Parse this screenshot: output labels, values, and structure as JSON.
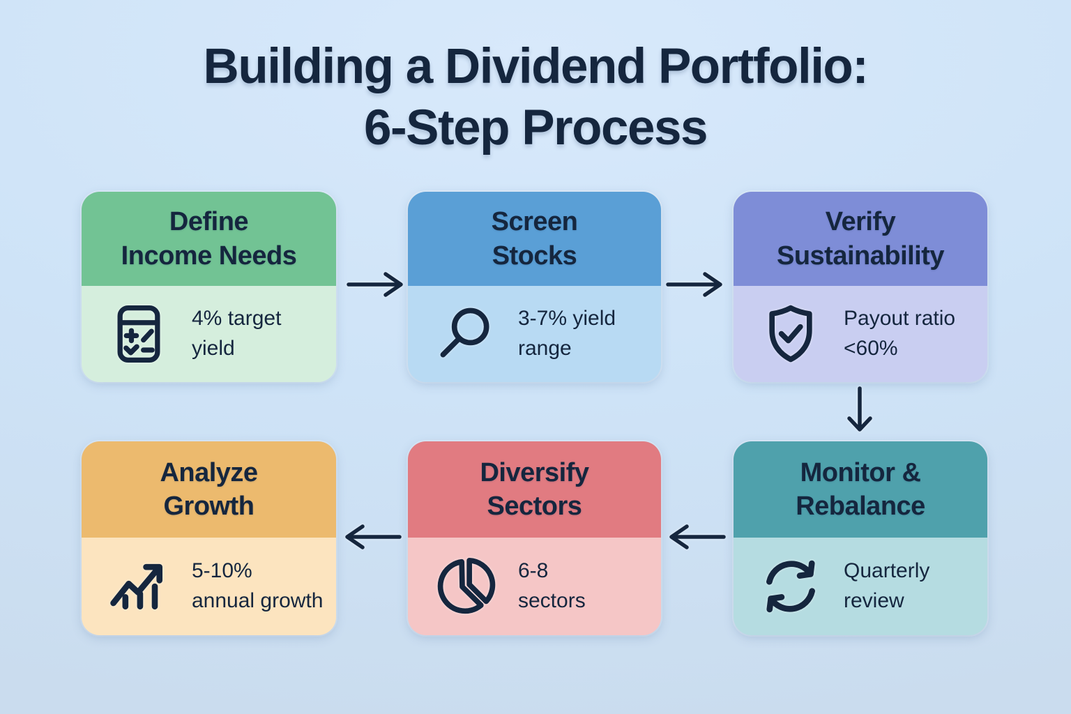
{
  "title": {
    "line1": "Building a Dividend Portfolio:",
    "line2": "6-Step Process"
  },
  "steps": [
    {
      "name": "define-income-needs",
      "title": "Define Income Needs",
      "title_lines": [
        "Define",
        "Income Needs"
      ],
      "detail": "4% target yield",
      "detail_lines": [
        "4% target",
        "yield"
      ],
      "icon": "calculator-icon",
      "header_color": "#72c394",
      "body_color": "#d5eedd"
    },
    {
      "name": "screen-stocks",
      "title": "Screen Stocks",
      "title_lines": [
        "Screen",
        "Stocks"
      ],
      "detail": "3-7% yield range",
      "detail_lines": [
        "3-7% yield",
        "range"
      ],
      "icon": "magnifier-icon",
      "header_color": "#5a9fd6",
      "body_color": "#b8daf3"
    },
    {
      "name": "verify-sustainability",
      "title": "Verify Sustainability",
      "title_lines": [
        "Verify",
        "Sustainability"
      ],
      "detail": "Payout ratio <60%",
      "detail_lines": [
        "Payout ratio",
        "<60%"
      ],
      "icon": "shield-check-icon",
      "header_color": "#7e8dd7",
      "body_color": "#c9cef1"
    },
    {
      "name": "analyze-growth",
      "title": "Analyze Growth",
      "title_lines": [
        "Analyze",
        "Growth"
      ],
      "detail": "5-10% annual growth",
      "detail_lines": [
        "5-10%",
        "annual growth"
      ],
      "icon": "growth-chart-icon",
      "header_color": "#ecba6e",
      "body_color": "#fce4bf"
    },
    {
      "name": "diversify-sectors",
      "title": "Diversify Sectors",
      "title_lines": [
        "Diversify",
        "Sectors"
      ],
      "detail": "6-8 sectors",
      "detail_lines": [
        "6-8",
        "sectors"
      ],
      "icon": "pie-chart-icon",
      "header_color": "#e17b81",
      "body_color": "#f5c6c6"
    },
    {
      "name": "monitor-rebalance",
      "title": "Monitor & Rebalance",
      "title_lines": [
        "Monitor &",
        "Rebalance"
      ],
      "detail": "Quarterly review",
      "detail_lines": [
        "Quarterly",
        "review"
      ],
      "icon": "refresh-icon",
      "header_color": "#4fa1ac",
      "body_color": "#b5dce1"
    }
  ],
  "arrows": [
    {
      "name": "arrow-define-to-screen",
      "direction": "right"
    },
    {
      "name": "arrow-screen-to-verify",
      "direction": "right"
    },
    {
      "name": "arrow-verify-to-monitor",
      "direction": "down"
    },
    {
      "name": "arrow-monitor-to-diversify",
      "direction": "left"
    },
    {
      "name": "arrow-diversify-to-analyze",
      "direction": "left"
    }
  ],
  "colors": {
    "background": "#cee3f7",
    "ink": "#15263e"
  }
}
